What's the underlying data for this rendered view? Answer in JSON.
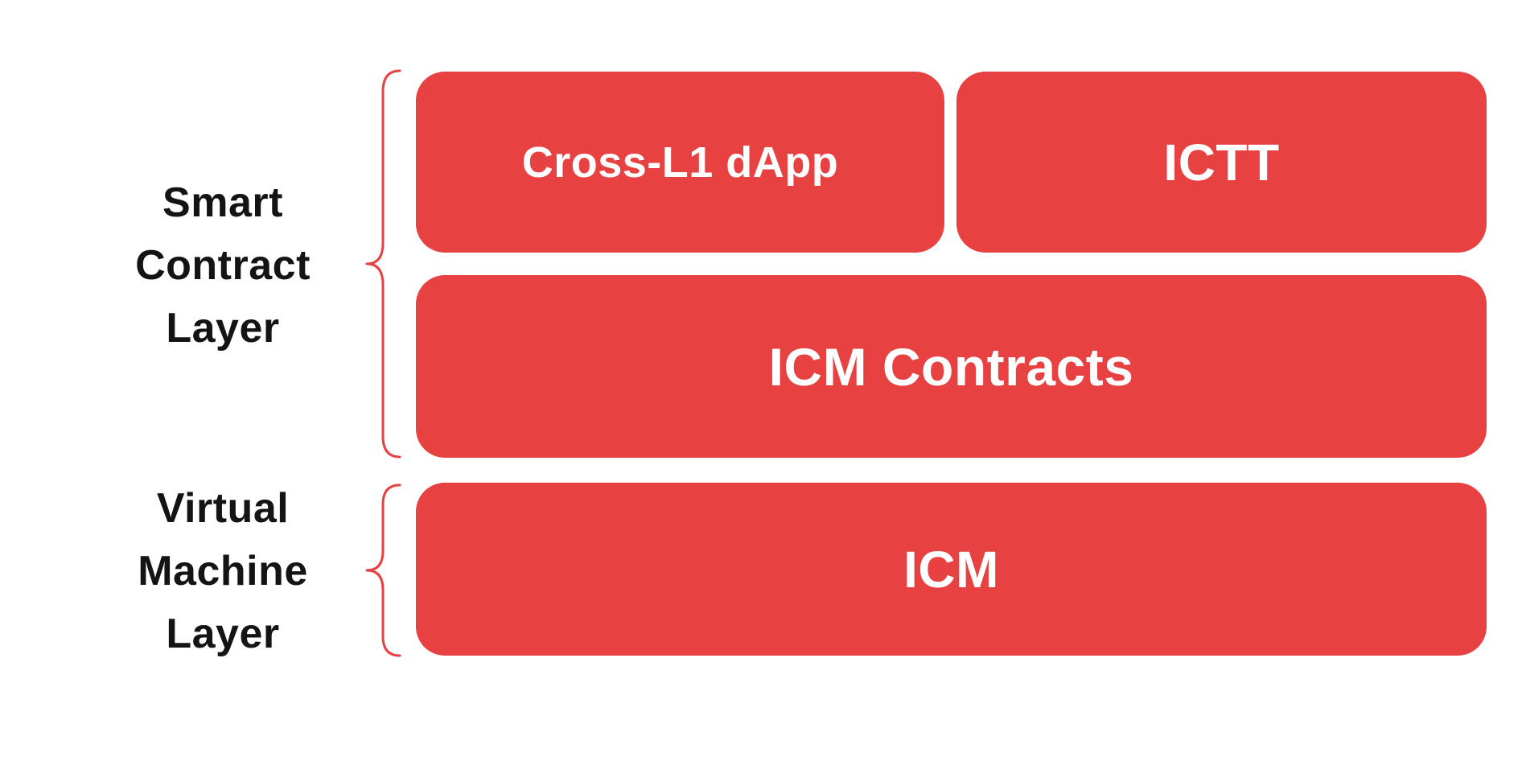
{
  "colors": {
    "accent": "#e84142",
    "box_text": "#ffffff",
    "label_text": "#141414",
    "background": "#ffffff"
  },
  "layers": [
    {
      "id": "smart-contract-layer",
      "label_lines": [
        "Smart",
        "Contract",
        "Layer"
      ]
    },
    {
      "id": "virtual-machine-layer",
      "label_lines": [
        "Virtual",
        "Machine",
        "Layer"
      ]
    }
  ],
  "boxes": [
    {
      "id": "cross-l1-dapp",
      "label": "Cross-L1 dApp",
      "layer": "smart-contract-layer"
    },
    {
      "id": "ictt",
      "label": "ICTT",
      "layer": "smart-contract-layer"
    },
    {
      "id": "icm-contracts",
      "label": "ICM Contracts",
      "layer": "smart-contract-layer"
    },
    {
      "id": "icm",
      "label": "ICM",
      "layer": "virtual-machine-layer"
    }
  ]
}
